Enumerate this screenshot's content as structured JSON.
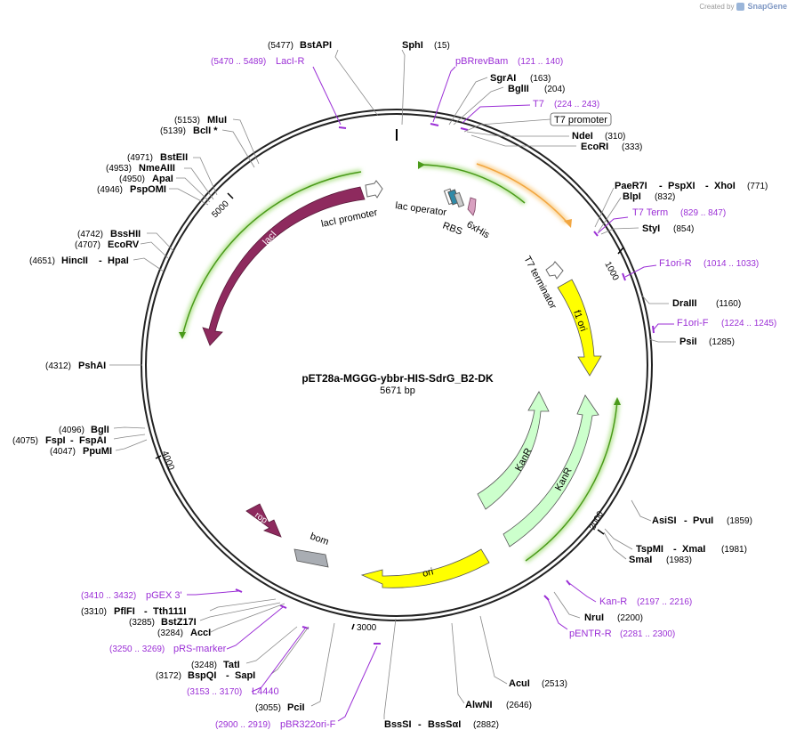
{
  "branding": {
    "created_by": "Created by",
    "product": "SnapGene"
  },
  "plasmid": {
    "name": "pET28a-MGGG-ybbr-HIS-SdrG_B2-DK",
    "length_label": "5671 bp",
    "length_bp": 5671
  },
  "ticks": [
    "1000",
    "2000",
    "3000",
    "4000",
    "5000"
  ],
  "enzymes": {
    "bstapi": {
      "name": "BstAPI",
      "pos": "(5477)"
    },
    "sphi": {
      "name": "SphI",
      "pos": "(15)"
    },
    "sgrai": {
      "name": "SgrAI",
      "pos": "(163)"
    },
    "bglii": {
      "name": "BglII",
      "pos": "(204)"
    },
    "ndei": {
      "name": "NdeI",
      "pos": "(310)"
    },
    "ecori": {
      "name": "EcoRI",
      "pos": "(333)"
    },
    "paer7i": {
      "name": "PaeR7I",
      "sep1": "-",
      "pspxi": "PspXI",
      "sep2": "-",
      "xhoi": "XhoI",
      "pos": "(771)"
    },
    "blpi": {
      "name": "BlpI",
      "pos": "(832)"
    },
    "styi": {
      "name": "StyI",
      "pos": "(854)"
    },
    "draiii": {
      "name": "DraIII",
      "pos": "(1160)"
    },
    "psii": {
      "name": "PsiI",
      "pos": "(1285)"
    },
    "asisi": {
      "name": "AsiSI",
      "sep": "-",
      "pvui": "PvuI",
      "pos": "(1859)"
    },
    "tspmi": {
      "name": "TspMI",
      "sep": "-",
      "xmai": "XmaI",
      "pos": "(1981)"
    },
    "smai": {
      "name": "SmaI",
      "pos": "(1983)"
    },
    "nrui": {
      "name": "NruI",
      "pos": "(2200)"
    },
    "acui": {
      "name": "AcuI",
      "pos": "(2513)"
    },
    "alwni": {
      "name": "AlwNI",
      "pos": "(2646)"
    },
    "bsssi": {
      "name": "BssSI",
      "sep": "-",
      "bsssa": "BssSαI",
      "pos": "(2882)"
    },
    "pcii": {
      "name": "PciI",
      "pos": "(3055)"
    },
    "bspqi": {
      "name": "BspQI",
      "sep": "-",
      "sapi": "SapI",
      "pos": "(3172)"
    },
    "tati": {
      "name": "TatI",
      "pos": "(3248)"
    },
    "acci": {
      "name": "AccI",
      "pos": "(3284)"
    },
    "bstz17i": {
      "name": "BstZ17I",
      "pos": "(3285)"
    },
    "pflfi": {
      "name": "PflFI",
      "sep": "-",
      "tth": "Tth111I",
      "pos": "(3310)"
    },
    "ppumi": {
      "name": "PpuMI",
      "pos": "(4047)"
    },
    "fspi": {
      "name": "FspI",
      "sep": "-",
      "fspai": "FspAI",
      "pos": "(4075)"
    },
    "bgli": {
      "name": "BglI",
      "pos": "(4096)"
    },
    "pshai": {
      "name": "PshAI",
      "pos": "(4312)"
    },
    "hincii": {
      "name": "HincII",
      "sep": "-",
      "hpai": "HpaI",
      "pos": "(4651)"
    },
    "ecorv": {
      "name": "EcoRV",
      "pos": "(4707)"
    },
    "bsshii": {
      "name": "BssHII",
      "pos": "(4742)"
    },
    "pspomi": {
      "name": "PspOMI",
      "pos": "(4946)"
    },
    "apai": {
      "name": "ApaI",
      "pos": "(4950)"
    },
    "nmeaiii": {
      "name": "NmeAIII",
      "pos": "(4953)"
    },
    "bsteii": {
      "name": "BstEII",
      "pos": "(4971)"
    },
    "bcli": {
      "name": "BclI *",
      "pos": "(5139)"
    },
    "mlui": {
      "name": "MluI",
      "pos": "(5153)"
    }
  },
  "primers": {
    "laci_r": {
      "name": "LacI-R",
      "pos": "(5470 .. 5489)"
    },
    "pbrrevbam": {
      "name": "pBRrevBam",
      "pos": "(121 .. 140)"
    },
    "t7": {
      "name": "T7",
      "pos": "(224 .. 243)"
    },
    "t7_term": {
      "name": "T7 Term",
      "pos": "(829 .. 847)"
    },
    "f1ori_r": {
      "name": "F1ori-R",
      "pos": "(1014 .. 1033)"
    },
    "f1ori_f": {
      "name": "F1ori-F",
      "pos": "(1224 .. 1245)"
    },
    "kan_r": {
      "name": "Kan-R",
      "pos": "(2197 .. 2216)"
    },
    "pentr_r": {
      "name": "pENTR-R",
      "pos": "(2281 .. 2300)"
    },
    "pbr322ori_f": {
      "name": "pBR322ori-F",
      "pos": "(2900 .. 2919)"
    },
    "l4440": {
      "name": "L4440",
      "pos": "(3153 .. 3170)"
    },
    "prs_marker": {
      "name": "pRS-marker",
      "pos": "(3250 .. 3269)"
    },
    "pgex3": {
      "name": "pGEX 3'",
      "pos": "(3410 .. 3432)"
    }
  },
  "features": {
    "t7_promoter": "T7 promoter",
    "laci": "lacI",
    "laci_promoter": "lacI promoter",
    "lac_operator": "lac operator",
    "rbs": "RBS",
    "his6": "6xHis",
    "t7_terminator": "T7 terminator",
    "f1_ori": "f1 ori",
    "kanr": "KanR",
    "ori": "ori",
    "rop": "rop",
    "bom": "bom"
  },
  "colors": {
    "laci": "#8e2a5e",
    "f1_ori": "#ffff00",
    "ori": "#ffff00",
    "kanr": "#ccffcc",
    "orf_green": "#4a9a1a",
    "t7_orange": "#f2a640",
    "primer": "#9b2fd6",
    "bom": "#a9adb3",
    "rop": "#8e2a5e"
  }
}
